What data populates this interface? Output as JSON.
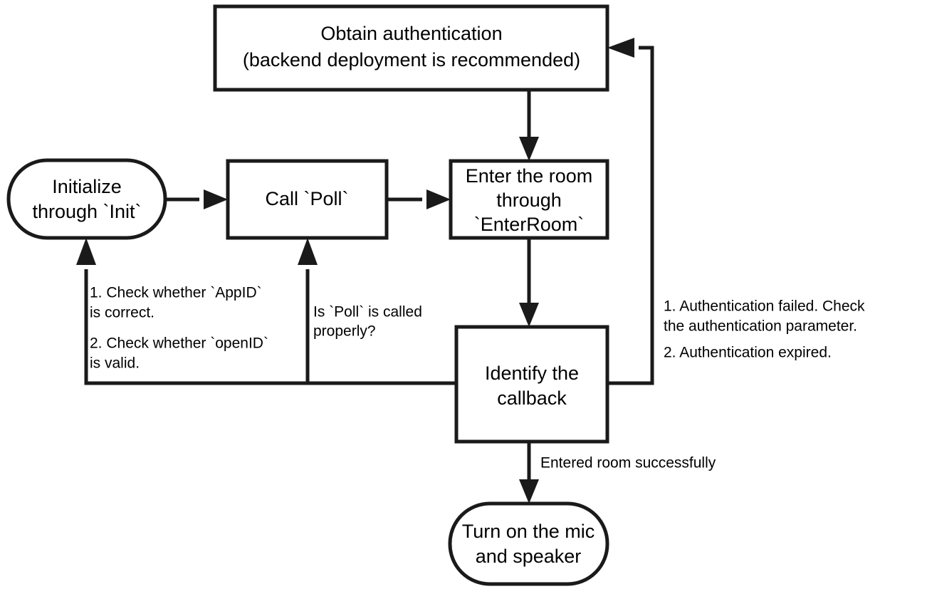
{
  "diagram": {
    "type": "flowchart",
    "background_color": "#ffffff",
    "stroke_color": "#1a1a1a",
    "text_color": "#000000",
    "nodes": [
      {
        "id": "obtain-auth",
        "shape": "rectangle",
        "lines": [
          "Obtain authentication",
          "(backend deployment is recommended)"
        ]
      },
      {
        "id": "initialize",
        "shape": "stadium",
        "lines": [
          "Initialize",
          "through `Init`"
        ]
      },
      {
        "id": "call-poll",
        "shape": "rectangle",
        "lines": [
          "Call `Poll`"
        ]
      },
      {
        "id": "enter-room",
        "shape": "rectangle",
        "lines": [
          "Enter the room",
          "through",
          "`EnterRoom`"
        ]
      },
      {
        "id": "identify-callback",
        "shape": "rectangle",
        "lines": [
          "Identify the",
          "callback"
        ]
      },
      {
        "id": "turn-on-mic",
        "shape": "stadium",
        "lines": [
          "Turn on the mic",
          "and speaker"
        ]
      }
    ],
    "edge_labels": [
      {
        "id": "check-appid-openid",
        "lines": [
          "1. Check whether `AppID`",
          "    is correct.",
          "",
          "2. Check whether `openID`",
          "    is valid."
        ]
      },
      {
        "id": "poll-called-properly",
        "lines": [
          "Is `Poll` is called",
          "properly?"
        ]
      },
      {
        "id": "auth-failed-expired",
        "lines": [
          "1. Authentication failed. Check",
          "the authentication parameter.",
          "",
          "2. Authentication expired."
        ]
      },
      {
        "id": "entered-room-successfully",
        "lines": [
          "Entered room successfully"
        ]
      }
    ]
  }
}
